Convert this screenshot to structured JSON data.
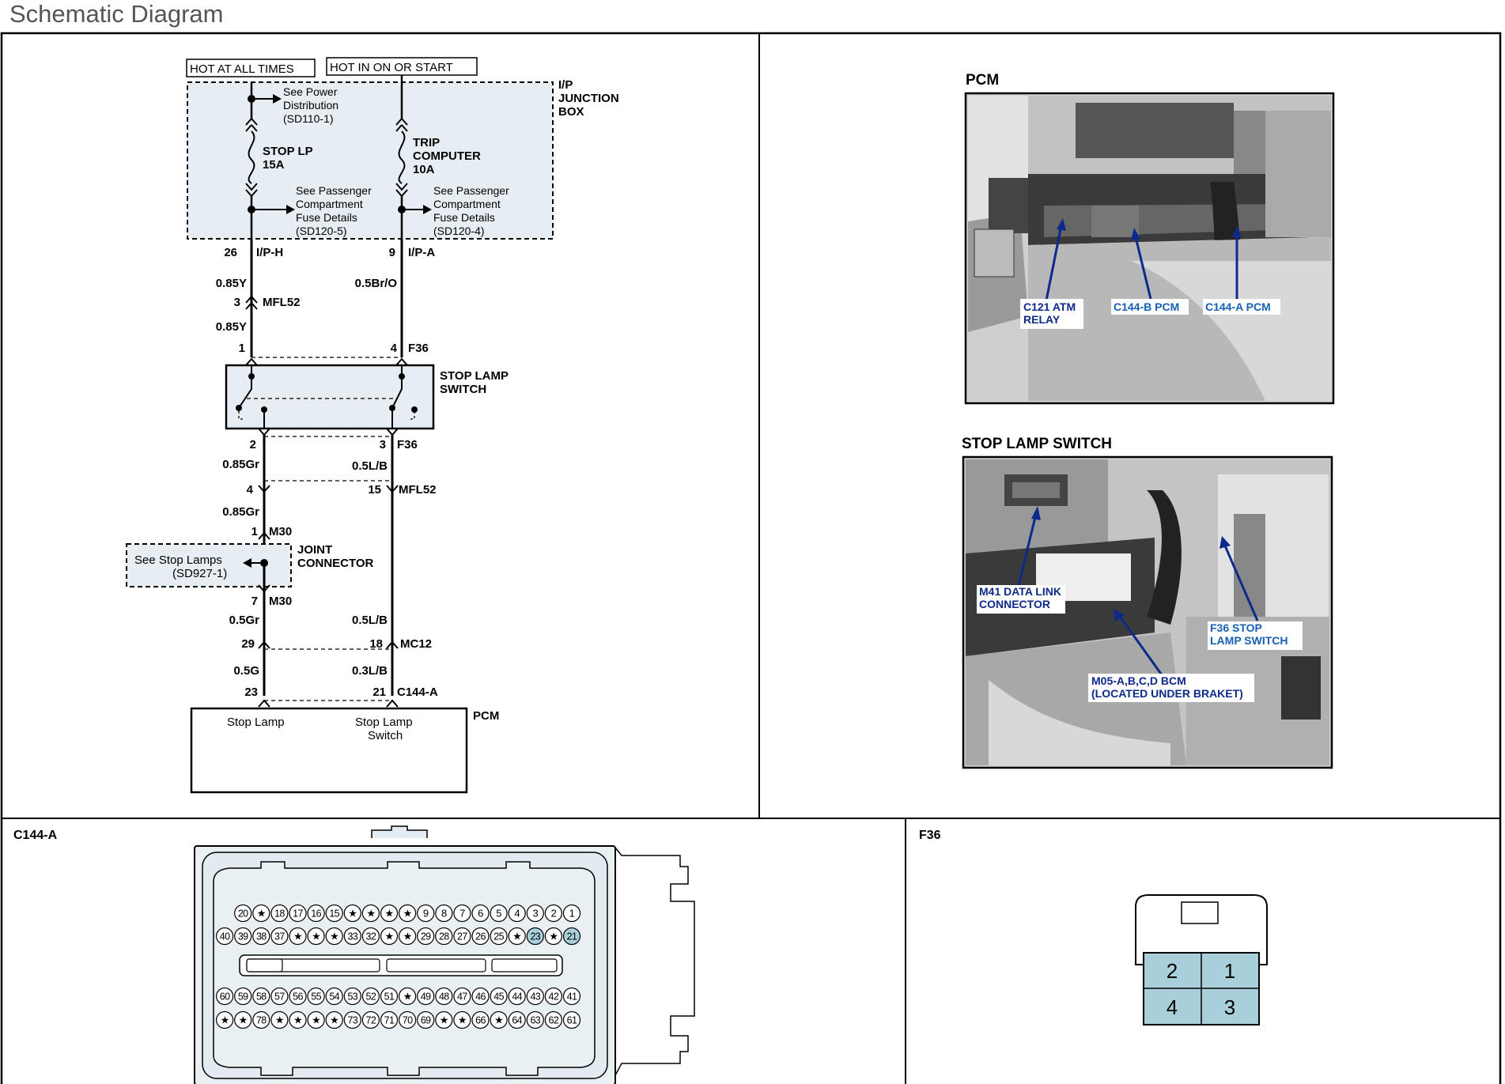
{
  "page_title": "Schematic Diagram",
  "schematic": {
    "hot_at_all_times": "HOT AT ALL TIMES",
    "hot_in_on_or_start": "HOT IN ON OR START",
    "junction_box": [
      "I/P",
      "JUNCTION",
      "BOX"
    ],
    "see_power_dist": [
      "See Power",
      "Distribution",
      "(SD110-1)"
    ],
    "stop_lp_fuse": [
      "STOP LP",
      "15A"
    ],
    "trip_computer_fuse": [
      "TRIP",
      "COMPUTER",
      "10A"
    ],
    "see_pass_fuse_left": [
      "See Passenger",
      "Compartment",
      "Fuse Details",
      "(SD120-5)"
    ],
    "see_pass_fuse_right": [
      "See Passenger",
      "Compartment",
      "Fuse Details",
      "(SD120-4)"
    ],
    "pin_26": "26",
    "conn_iph": "I/P-H",
    "pin_9": "9",
    "conn_ipa": "I/P-A",
    "wire_085y_a": "0.85Y",
    "wire_05bro": "0.5Br/O",
    "pin_3_mfl": "3",
    "conn_mfl52_a": "MFL52",
    "wire_085y_b": "0.85Y",
    "pin_1_f36": "1",
    "pin_4_f36": "4",
    "conn_f36_a": "F36",
    "stop_lamp_switch": [
      "STOP LAMP",
      "SWITCH"
    ],
    "pin_2_f36": "2",
    "pin_3_f36": "3",
    "conn_f36_b": "F36",
    "wire_085gr_a": "0.85Gr",
    "wire_05lb_a": "0.5L/B",
    "pin_4_mfl": "4",
    "pin_15_mfl": "15",
    "conn_mfl52_b": "MFL52",
    "wire_085gr_b": "0.85Gr",
    "pin_1_m30": "1",
    "conn_m30_a": "M30",
    "see_stop_lamps": [
      "See Stop Lamps",
      "(SD927-1)"
    ],
    "joint_connector": [
      "JOINT",
      "CONNECTOR"
    ],
    "pin_7_m30": "7",
    "conn_m30_b": "M30",
    "wire_05gr": "0.5Gr",
    "wire_05lb_b": "0.5L/B",
    "pin_29": "29",
    "pin_18": "18",
    "conn_mc12": "MC12",
    "wire_05g": "0.5G",
    "wire_03lb": "0.3L/B",
    "pin_23": "23",
    "pin_21": "21",
    "conn_c144a": "C144-A",
    "pcm_label": "PCM",
    "pcm_stop_lamp": "Stop Lamp",
    "pcm_stop_lamp_switch": [
      "Stop Lamp",
      "Switch"
    ]
  },
  "photos": {
    "pcm_title": "PCM",
    "pcm_callouts": {
      "c121": [
        "C121 ATM",
        "RELAY"
      ],
      "c144b": "C144-B PCM",
      "c144a": "C144-A PCM"
    },
    "sls_title": "STOP LAMP SWITCH",
    "sls_callouts": {
      "m41": [
        "M41 DATA LINK",
        "CONNECTOR"
      ],
      "f36": [
        "F36 STOP",
        "LAMP SWITCH"
      ],
      "m05": [
        "M05-A,B,C,D BCM",
        "(LOCATED UNDER BRAKET)"
      ]
    }
  },
  "c144a_connector": {
    "title": "C144-A",
    "rows": [
      [
        "20",
        "★",
        "18",
        "17",
        "16",
        "15",
        "★",
        "★",
        "★",
        "★",
        "9",
        "8",
        "7",
        "6",
        "5",
        "4",
        "3",
        "2",
        "1"
      ],
      [
        "40",
        "39",
        "38",
        "37",
        "★",
        "★",
        "★",
        "33",
        "32",
        "★",
        "★",
        "29",
        "28",
        "27",
        "26",
        "25",
        "★",
        "23",
        "★",
        "21"
      ],
      [
        "60",
        "59",
        "58",
        "57",
        "56",
        "55",
        "54",
        "53",
        "52",
        "51",
        "★",
        "49",
        "48",
        "47",
        "46",
        "45",
        "44",
        "43",
        "42",
        "41"
      ],
      [
        "★",
        "★",
        "78",
        "★",
        "★",
        "★",
        "★",
        "73",
        "72",
        "71",
        "70",
        "69",
        "★",
        "★",
        "66",
        "★",
        "64",
        "63",
        "62",
        "61"
      ]
    ],
    "highlight": [
      "23",
      "21"
    ]
  },
  "f36_connector": {
    "title": "F36",
    "pins": [
      "2",
      "1",
      "4",
      "3"
    ]
  }
}
